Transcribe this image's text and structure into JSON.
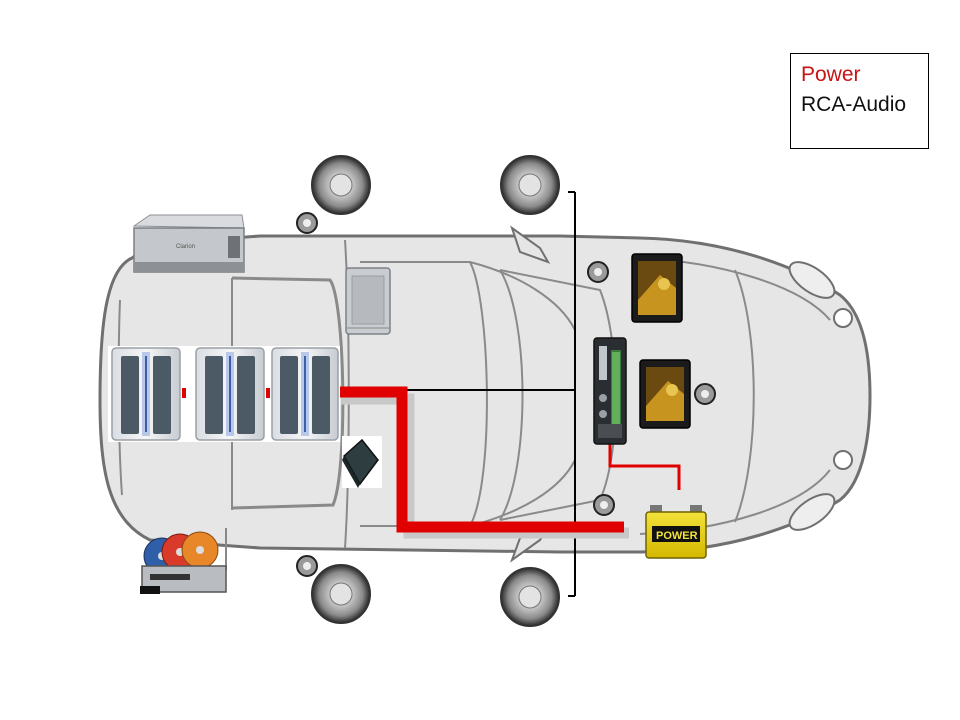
{
  "legend": {
    "power_label": "Power",
    "rca_label": "RCA-Audio"
  },
  "colors": {
    "power": "#e00000",
    "rca_audio": "#000000",
    "car_body": "#e6e6e6",
    "car_outline": "#6e6e6e"
  },
  "components": [
    {
      "name": "head-unit",
      "icon": "car-stereo-icon"
    },
    {
      "name": "car-battery",
      "icon": "battery-icon",
      "brand_text": "POWER"
    },
    {
      "name": "dvd-changer",
      "icon": "dvd-changer-icon",
      "brand_text": "Clarion"
    },
    {
      "name": "amplifier",
      "icon": "amplifier-icon",
      "count": 3
    },
    {
      "name": "crossover-module",
      "icon": "module-icon"
    },
    {
      "name": "sub-box",
      "icon": "box-icon"
    },
    {
      "name": "headrest-monitor",
      "icon": "monitor-icon",
      "count": 2
    },
    {
      "name": "speaker",
      "icon": "speaker-icon",
      "count": 4
    },
    {
      "name": "tweeter",
      "icon": "tweeter-icon",
      "count": 5
    },
    {
      "name": "navigation-unit",
      "icon": "dvd-player-icon"
    }
  ]
}
